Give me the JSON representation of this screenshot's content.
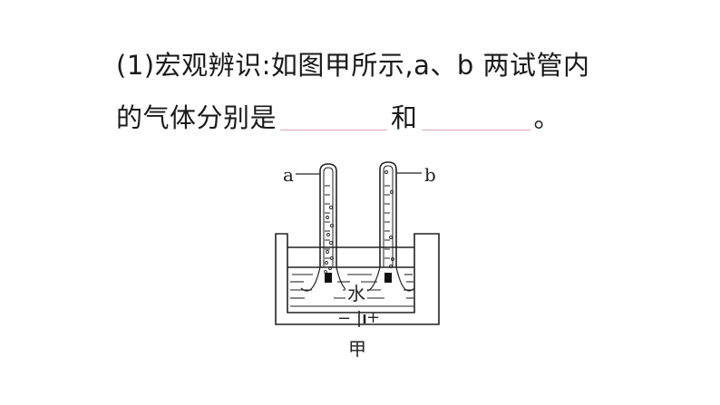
{
  "question": {
    "line1": "(1)宏观辨识:如图甲所示,a、b 两试管内",
    "line2_before": "的气体分别是",
    "line2_middle": "和",
    "line2_end": "。"
  },
  "figure": {
    "label_a": "a",
    "label_b": "b",
    "water_label": "水",
    "minus_sign": "−",
    "plus_sign": "+",
    "caption": "甲"
  },
  "colors": {
    "text": "#1a1a1a",
    "blank_underline": "#e3a3b6"
  }
}
